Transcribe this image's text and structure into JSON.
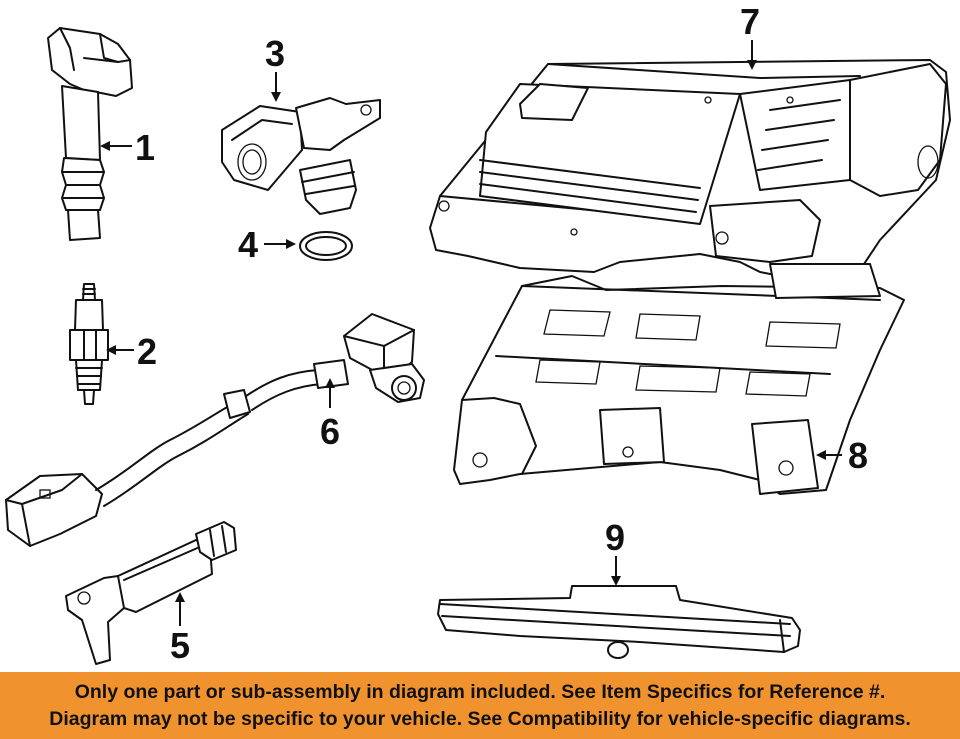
{
  "diagram": {
    "callouts": [
      {
        "id": "1",
        "label": "1",
        "part": "ignition-coil"
      },
      {
        "id": "2",
        "label": "2",
        "part": "spark-plug"
      },
      {
        "id": "3",
        "label": "3",
        "part": "camshaft-position-sensor"
      },
      {
        "id": "4",
        "label": "4",
        "part": "o-ring-seal"
      },
      {
        "id": "5",
        "label": "5",
        "part": "crankshaft-position-sensor"
      },
      {
        "id": "6",
        "label": "6",
        "part": "sensor-wiring-harness"
      },
      {
        "id": "7",
        "label": "7",
        "part": "engine-control-module"
      },
      {
        "id": "8",
        "label": "8",
        "part": "ecm-mounting-bracket"
      },
      {
        "id": "9",
        "label": "9",
        "part": "bracket-rail"
      }
    ]
  },
  "banner": {
    "line1": "Only one part or sub-assembly in diagram included. See Item Specifics for Reference #.",
    "line2": "Diagram may not be specific to your vehicle. See Compatibility for vehicle-specific diagrams.",
    "color": "#f0922e"
  }
}
